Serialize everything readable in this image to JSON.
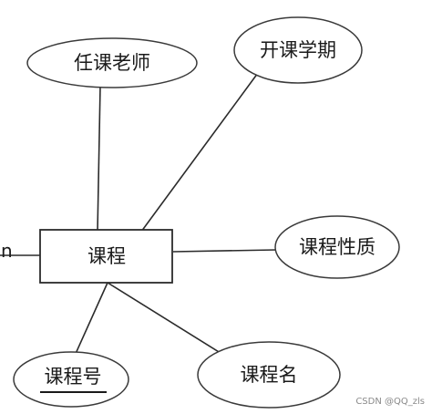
{
  "diagram": {
    "entity": {
      "label": "课程"
    },
    "attributes": {
      "teacher": "任课老师",
      "semester": "开课学期",
      "nature": "课程性质",
      "course_id": "课程号",
      "course_name": "课程名"
    },
    "cardinality": "n"
  },
  "watermark": "CSDN @QQ_zls"
}
